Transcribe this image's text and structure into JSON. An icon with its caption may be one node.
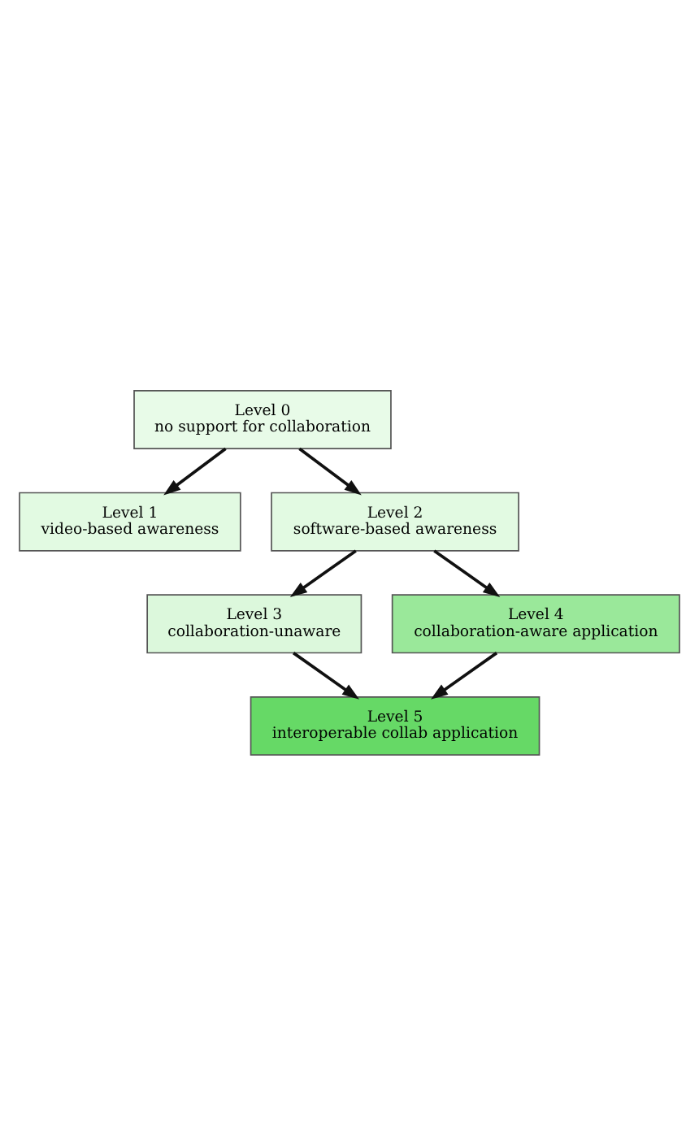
{
  "diagram": {
    "nodes": [
      {
        "text": [
          "Level 0",
          "no support for collaboration"
        ]
      },
      {
        "text": [
          "Level 1",
          "video-based awareness"
        ]
      },
      {
        "text": [
          "Level 2",
          "software-based awareness"
        ]
      },
      {
        "text": [
          "Level 3",
          "collaboration-unaware"
        ]
      },
      {
        "text": [
          "Level 4",
          "collaboration-aware application"
        ]
      },
      {
        "text": [
          "Level 5",
          "interoperable collab application"
        ]
      }
    ],
    "edges": [
      {
        "from": 0,
        "to": 1,
        "arrow": "to"
      },
      {
        "from": 0,
        "to": 2,
        "arrow": "to"
      },
      {
        "from": 2,
        "to": 3,
        "arrow": "to"
      },
      {
        "from": 2,
        "to": 4,
        "arrow": "to"
      },
      {
        "from": 3,
        "to": 5,
        "arrow": "to"
      },
      {
        "from": 4,
        "to": 5,
        "arrow": "to"
      }
    ]
  }
}
